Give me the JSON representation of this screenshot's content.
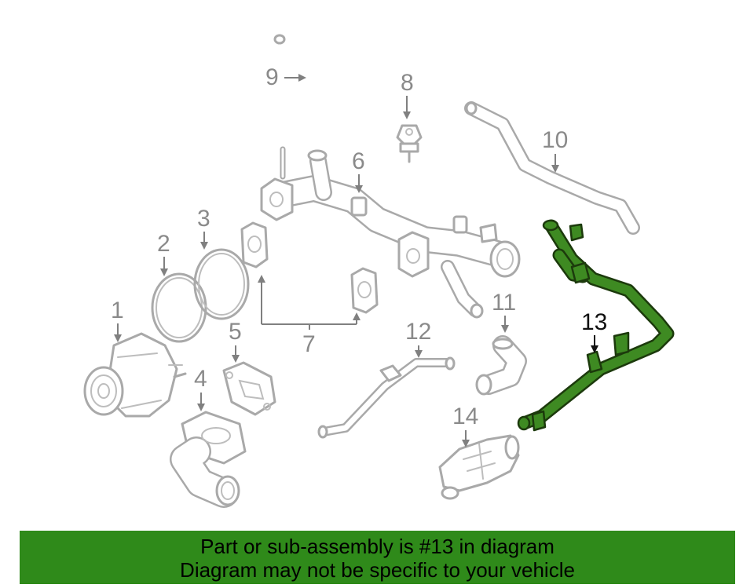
{
  "callouts": {
    "c1": "1",
    "c2": "2",
    "c3": "3",
    "c4": "4",
    "c5": "5",
    "c6": "6",
    "c7": "7",
    "c8": "8",
    "c9": "9",
    "c10": "10",
    "c11": "11",
    "c12": "12",
    "c13": "13",
    "c14": "14"
  },
  "highlight": {
    "part_number": "13",
    "color": "#3e8a22"
  },
  "banner": {
    "line1": "Part or sub-assembly is #13 in diagram",
    "line2": "Diagram may not be specific to your vehicle",
    "background": "#2f8a1a"
  }
}
